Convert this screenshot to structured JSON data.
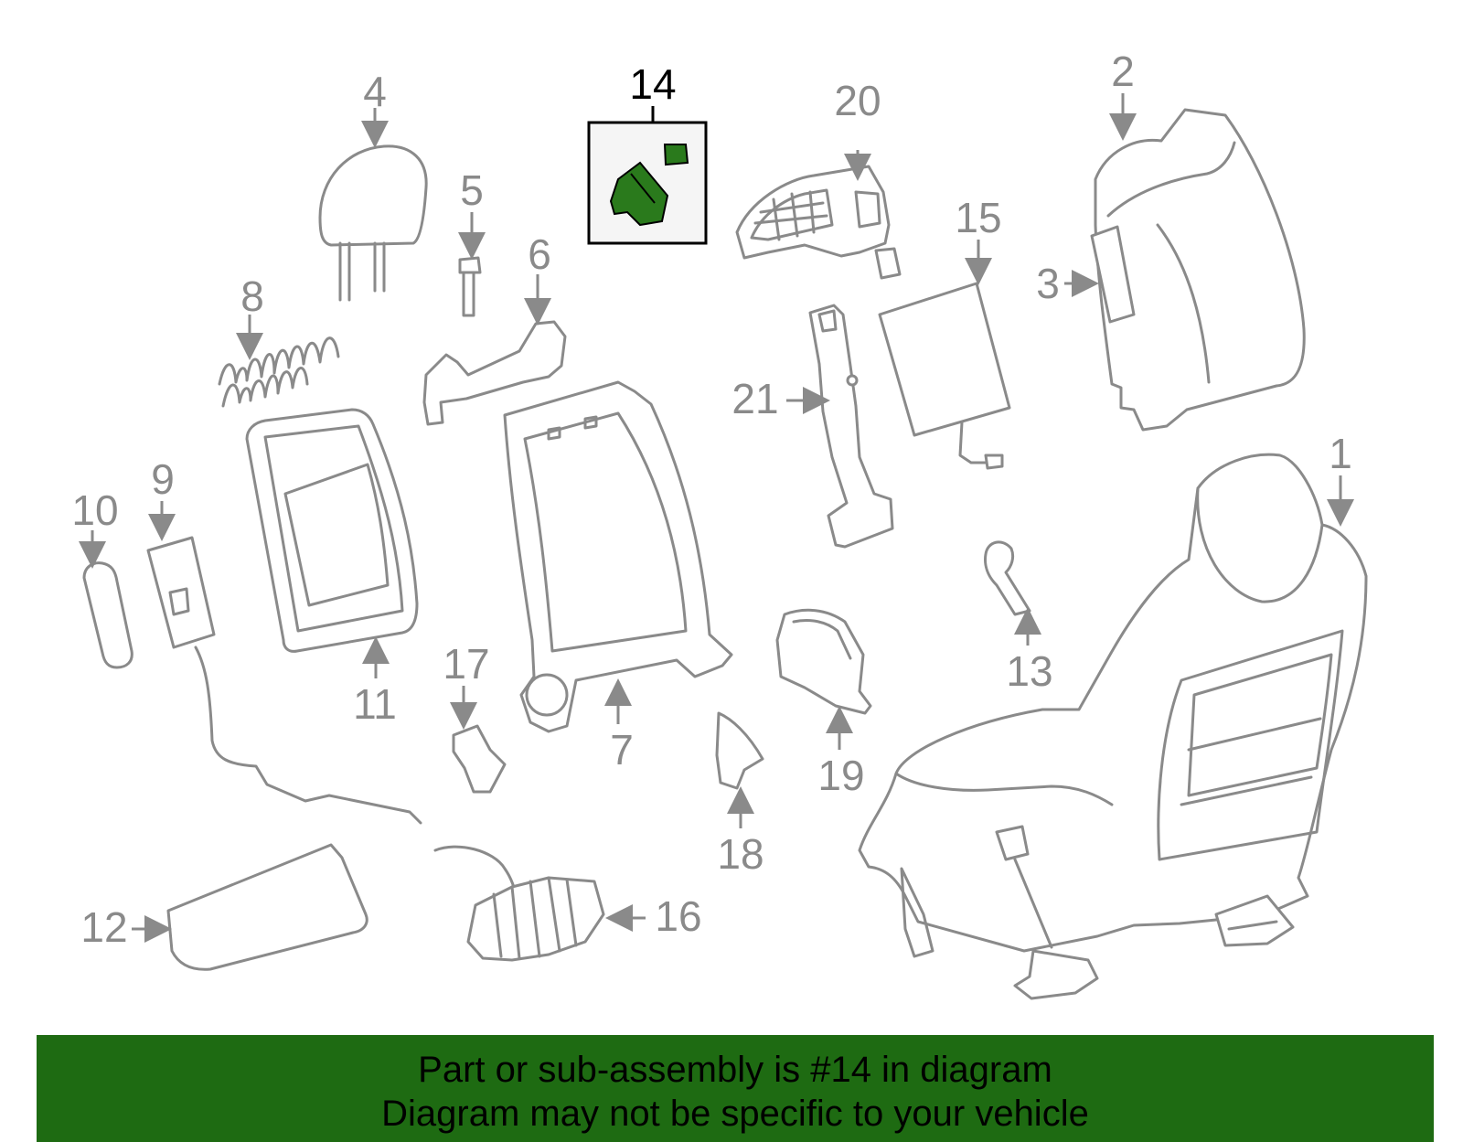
{
  "callouts": {
    "c1": "1",
    "c2": "2",
    "c3": "3",
    "c4": "4",
    "c5": "5",
    "c6": "6",
    "c7": "7",
    "c8": "8",
    "c9": "9",
    "c10": "10",
    "c11": "11",
    "c12": "12",
    "c13": "13",
    "c14": "14",
    "c15": "15",
    "c16": "16",
    "c17": "17",
    "c18": "18",
    "c19": "19",
    "c20": "20",
    "c21": "21"
  },
  "highlighted_part": "14",
  "colors": {
    "highlight_part": "#2a7a1c",
    "banner_background": "#1e6b12",
    "line_art": "#8a8a8a"
  },
  "banner": {
    "line1": "Part or sub-assembly is #14 in diagram",
    "line2": "Diagram may not be specific to your vehicle"
  }
}
